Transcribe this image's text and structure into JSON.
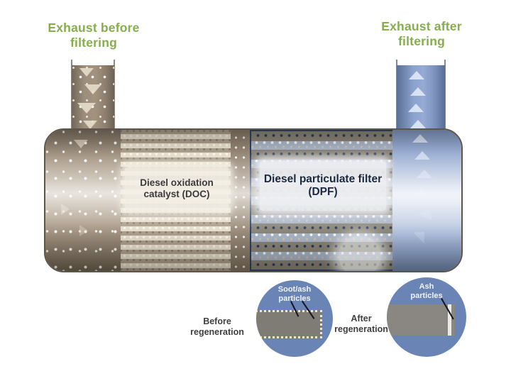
{
  "labels": {
    "exhaust_before": "Exhaust before filtering",
    "exhaust_after": "Exhaust after filtering"
  },
  "components": {
    "doc": "Diesel oxidation catalyst (DOC)",
    "dpf": "Diesel particulate filter (DPF)"
  },
  "callouts": {
    "before": {
      "caption": "Before regeneration",
      "label": "Soot/ash particles"
    },
    "after": {
      "caption": "After regeneration",
      "label": "Ash particles"
    }
  },
  "colors": {
    "title_green": "#85ae4c",
    "dirty_exhaust_taupe": "#97887a",
    "clean_exhaust_blue": "#7f97c4",
    "dpf_outline_navy": "#24406a",
    "callout_circle_blue": "#6a84b5",
    "filter_channel_gray": "#8a8682",
    "soot_dots_cream": "#efe8d5"
  }
}
